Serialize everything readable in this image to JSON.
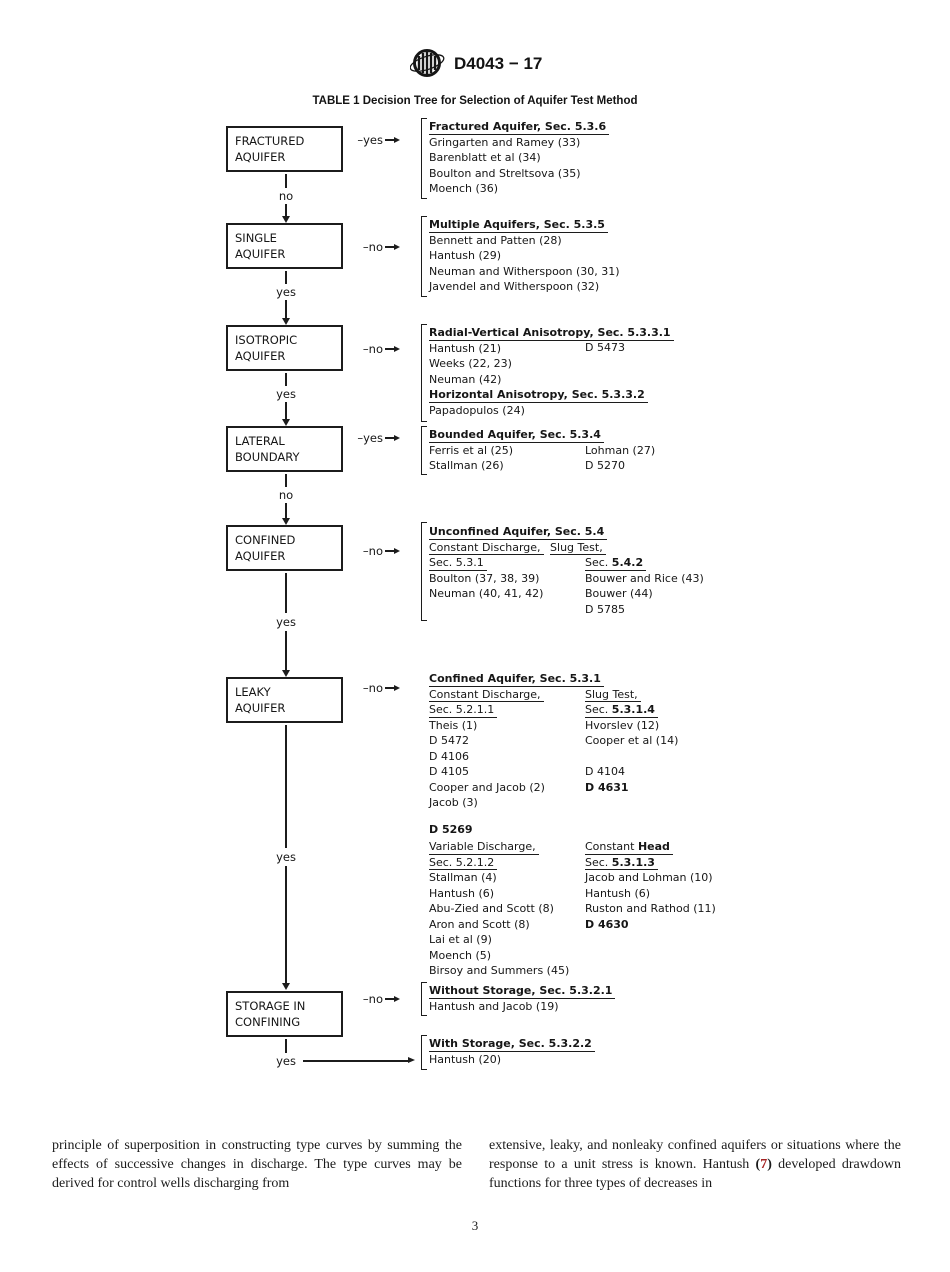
{
  "header": {
    "designation": "D4043 − 17"
  },
  "table_title": "TABLE 1 Decision Tree for Selection of Aquifer Test Method",
  "tree": {
    "boxes": {
      "fractured": {
        "line1": "FRACTURED",
        "line2": "AQUIFER",
        "branch": "–yes",
        "down": "no"
      },
      "single": {
        "line1": "SINGLE",
        "line2": "AQUIFER",
        "branch": "–no",
        "down": "yes"
      },
      "isotropic": {
        "line1": "ISOTROPIC",
        "line2": "AQUIFER",
        "branch": "–no",
        "down": "yes"
      },
      "lateral": {
        "line1": "LATERAL",
        "line2": "BOUNDARY",
        "branch": "–yes",
        "down": "no"
      },
      "confined": {
        "line1": "CONFINED",
        "line2": "AQUIFER",
        "branch": "–no",
        "down": "yes"
      },
      "leaky": {
        "line1": "LEAKY",
        "line2": "AQUIFER",
        "branch": "–no",
        "down": "yes"
      },
      "storage": {
        "line1": "STORAGE IN",
        "line2": "CONFINING",
        "branch": "–no",
        "down": "yes"
      }
    },
    "groups": {
      "fractured": {
        "title": "Fractured Aquifer, Sec. 5.3.6",
        "items": [
          "Gringarten and Ramey (33)",
          "Barenblatt et al (34)",
          "Boulton and Streltsova (35)",
          "Moench (36)"
        ]
      },
      "multiple": {
        "title": "Multiple Aquifers, Sec. 5.3.5",
        "items": [
          "Bennett and Patten (28)",
          "Hantush (29)",
          "Neuman and Witherspoon (30, 31)",
          "Javendel and Witherspoon (32)"
        ]
      },
      "anisotropy": {
        "title1": "Radial-Vertical Anisotropy, Sec. 5.3.3.1",
        "left": [
          "Hantush (21)",
          "Weeks (22, 23)",
          "Neuman (42)"
        ],
        "right": [
          "D 5473"
        ],
        "title2": "Horizontal Anisotropy, Sec. 5.3.3.2",
        "items2": [
          "Papadopulos (24)"
        ]
      },
      "bounded": {
        "title": "Bounded Aquifer, Sec. 5.3.4",
        "left": [
          "Ferris et al (25)",
          "Stallman (26)"
        ],
        "right": [
          "Lohman (27)",
          "D 5270"
        ]
      },
      "unconfined": {
        "title": "Unconfined Aquifer, Sec. 5.4",
        "sub_left": "Constant Discharge,",
        "sub_right": "Slug Test,",
        "sec_left": "Sec. 5.3.1",
        "sec_right_pre": "Sec.",
        "sec_right_bold": "5.4.2",
        "left": [
          "Boulton (37, 38, 39)",
          "Neuman (40, 41, 42)"
        ],
        "right": [
          "Bouwer and Rice (43)",
          "Bouwer (44)",
          "D 5785"
        ]
      },
      "confined531": {
        "title": "Confined Aquifer, Sec. 5.3.1",
        "sub_left": "Constant Discharge,",
        "sec_left": "Sec. 5.2.1.1",
        "sub_right": "Slug Test,",
        "sec_right_pre": "Sec.",
        "sec_right_bold": "5.3.1.4",
        "left": [
          "Theis (1)",
          "D 5472",
          "D 4106",
          "D 4105",
          "Cooper and Jacob (2)",
          "Jacob (3)"
        ],
        "right_top": [
          "Hvorslev (12)",
          "Cooper et al (14)"
        ],
        "right_bottom": [
          "D 4104"
        ],
        "right_bold": "D 4631"
      },
      "d5269": {
        "lead": "D 5269",
        "sub_left": "Variable Discharge,",
        "sec_left": "Sec. 5.2.1.2",
        "sub_right_pre": "Constant",
        "sub_right_bold": "Head",
        "sec_right_pre": "Sec.",
        "sec_right_bold": "5.3.1.3",
        "left": [
          "Stallman (4)",
          "Hantush (6)",
          "Abu-Zied and Scott (8)",
          "Aron and Scott (8)",
          "Lai et al (9)",
          "Moench (5)",
          "Birsoy and Summers (45)"
        ],
        "right": [
          "Jacob and Lohman (10)",
          "Hantush (6)",
          "Ruston and Rathod (11)"
        ],
        "right_bold": "D 4630"
      },
      "without": {
        "title": "Without Storage, Sec. 5.3.2.1",
        "items": [
          "Hantush and Jacob (19)"
        ]
      },
      "with": {
        "title": "With Storage, Sec. 5.3.2.2",
        "items": [
          "Hantush (20)"
        ]
      }
    }
  },
  "body": {
    "left_col": "principle of superposition in constructing type curves by summing the effects of successive changes in discharge. The type curves may be derived for control wells discharging from",
    "right_pre": "extensive, leaky, and nonleaky confined aquifers or situations where the response to a unit stress is known. Hantush ",
    "ref_open": "(",
    "ref_num": "7",
    "ref_close": ")",
    "right_post": " developed drawdown functions for three types of decreases in"
  },
  "page_number": "3"
}
